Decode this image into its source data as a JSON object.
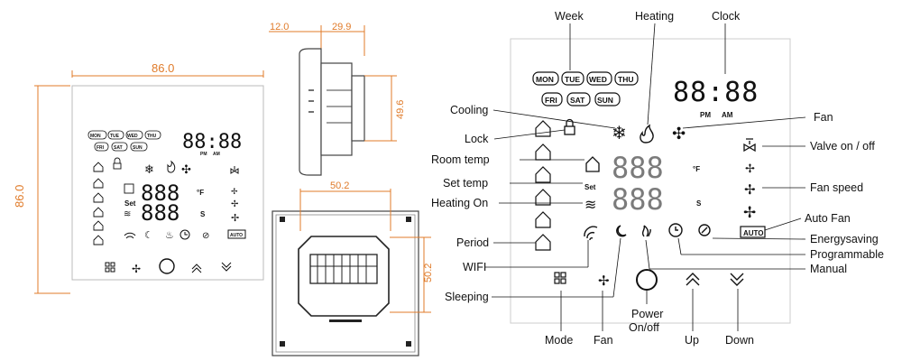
{
  "dimensions": {
    "width": "86.0",
    "height": "86.0",
    "depth_front": "12.0",
    "depth_back": "29.9",
    "side_height": "49.6",
    "back_width": "50.2",
    "back_height": "50.2"
  },
  "lcd": {
    "days_row1": [
      "MON",
      "TUE",
      "WED",
      "THU"
    ],
    "days_row2": [
      "FRI",
      "SAT",
      "SUN"
    ],
    "clock_digits": "88:88",
    "pm": "PM",
    "am": "AM",
    "set": "Set",
    "degree_f": "°F",
    "unit_s": "S",
    "auto": "AUTO"
  },
  "labels": {
    "week": "Week",
    "heating": "Heating",
    "clock": "Clock",
    "cooling": "Cooling",
    "lock": "Lock",
    "room_temp": "Room temp",
    "set_temp": "Set temp",
    "heating_on": "Heating On",
    "period": "Period",
    "wifi": "WIFI",
    "sleeping": "Sleeping",
    "mode": "Mode",
    "fan": "Fan",
    "power": "Power",
    "power2": "On/off",
    "up": "Up",
    "down": "Down",
    "fan_right": "Fan",
    "valve": "Valve on / off",
    "fan_speed": "Fan speed",
    "auto_fan": "Auto Fan",
    "energysaving": "Energysaving",
    "programmable": "Programmable",
    "manual": "Manual"
  },
  "colors": {
    "dimension": "#e07b2a",
    "line": "#111111",
    "frame": "#999999"
  }
}
